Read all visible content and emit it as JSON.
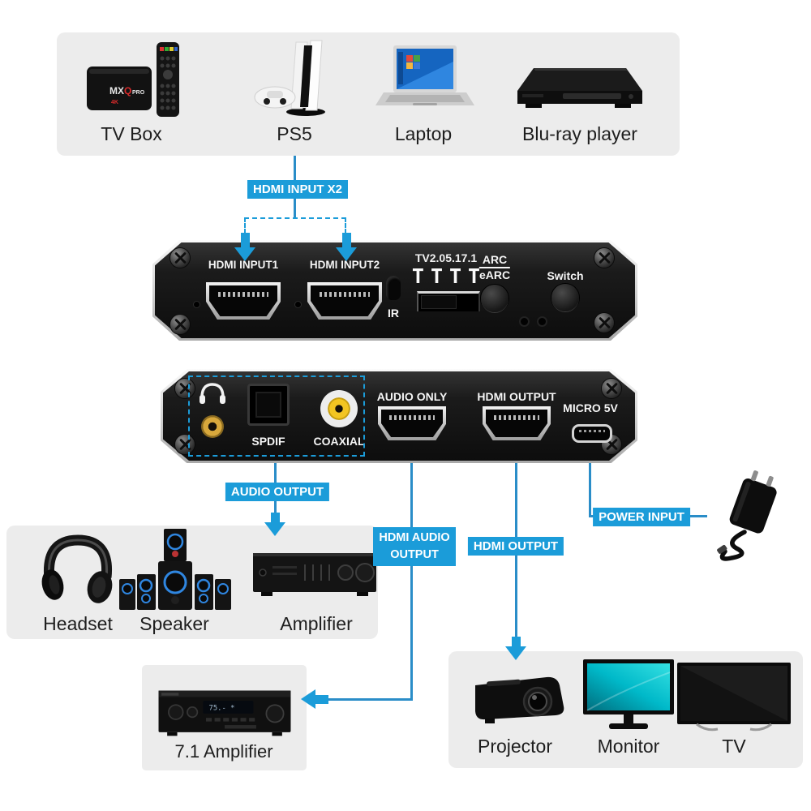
{
  "colors": {
    "accent": "#1b9cd9",
    "line": "#2a8dc8",
    "panel_gray": "#ececec"
  },
  "sources_panel": {
    "items": [
      {
        "label": "TV Box"
      },
      {
        "label": "PS5"
      },
      {
        "label": "Laptop"
      },
      {
        "label": "Blu-ray player"
      }
    ]
  },
  "connections": {
    "hdmi_input_x2": "HDMI INPUT X2",
    "audio_output": "AUDIO OUTPUT",
    "hdmi_audio_output": "HDMI AUDIO OUTPUT",
    "hdmi_output": "HDMI OUTPUT",
    "power_input": "POWER INPUT"
  },
  "front_panel": {
    "hdmi_input1": "HDMI INPUT1",
    "hdmi_input2": "HDMI INPUT2",
    "ir": "IR",
    "firmware": "TV2.05.17.1",
    "dip_marks": "TTTT",
    "arc": "ARC",
    "earc": "eARC",
    "switch": "Switch"
  },
  "back_panel": {
    "spdif": "SPDIF",
    "coaxial": "COAXIAL",
    "audio_only": "AUDIO ONLY",
    "hdmi_output": "HDMI OUTPUT",
    "micro_5v": "MICRO 5V"
  },
  "audio_devices_panel": {
    "items": [
      {
        "label": "Headset"
      },
      {
        "label": "Speaker"
      },
      {
        "label": "Amplifier"
      }
    ]
  },
  "amplifier_panel": {
    "label": "7.1 Amplifier"
  },
  "display_devices_panel": {
    "items": [
      {
        "label": "Projector"
      },
      {
        "label": "Monitor"
      },
      {
        "label": "TV"
      }
    ]
  }
}
